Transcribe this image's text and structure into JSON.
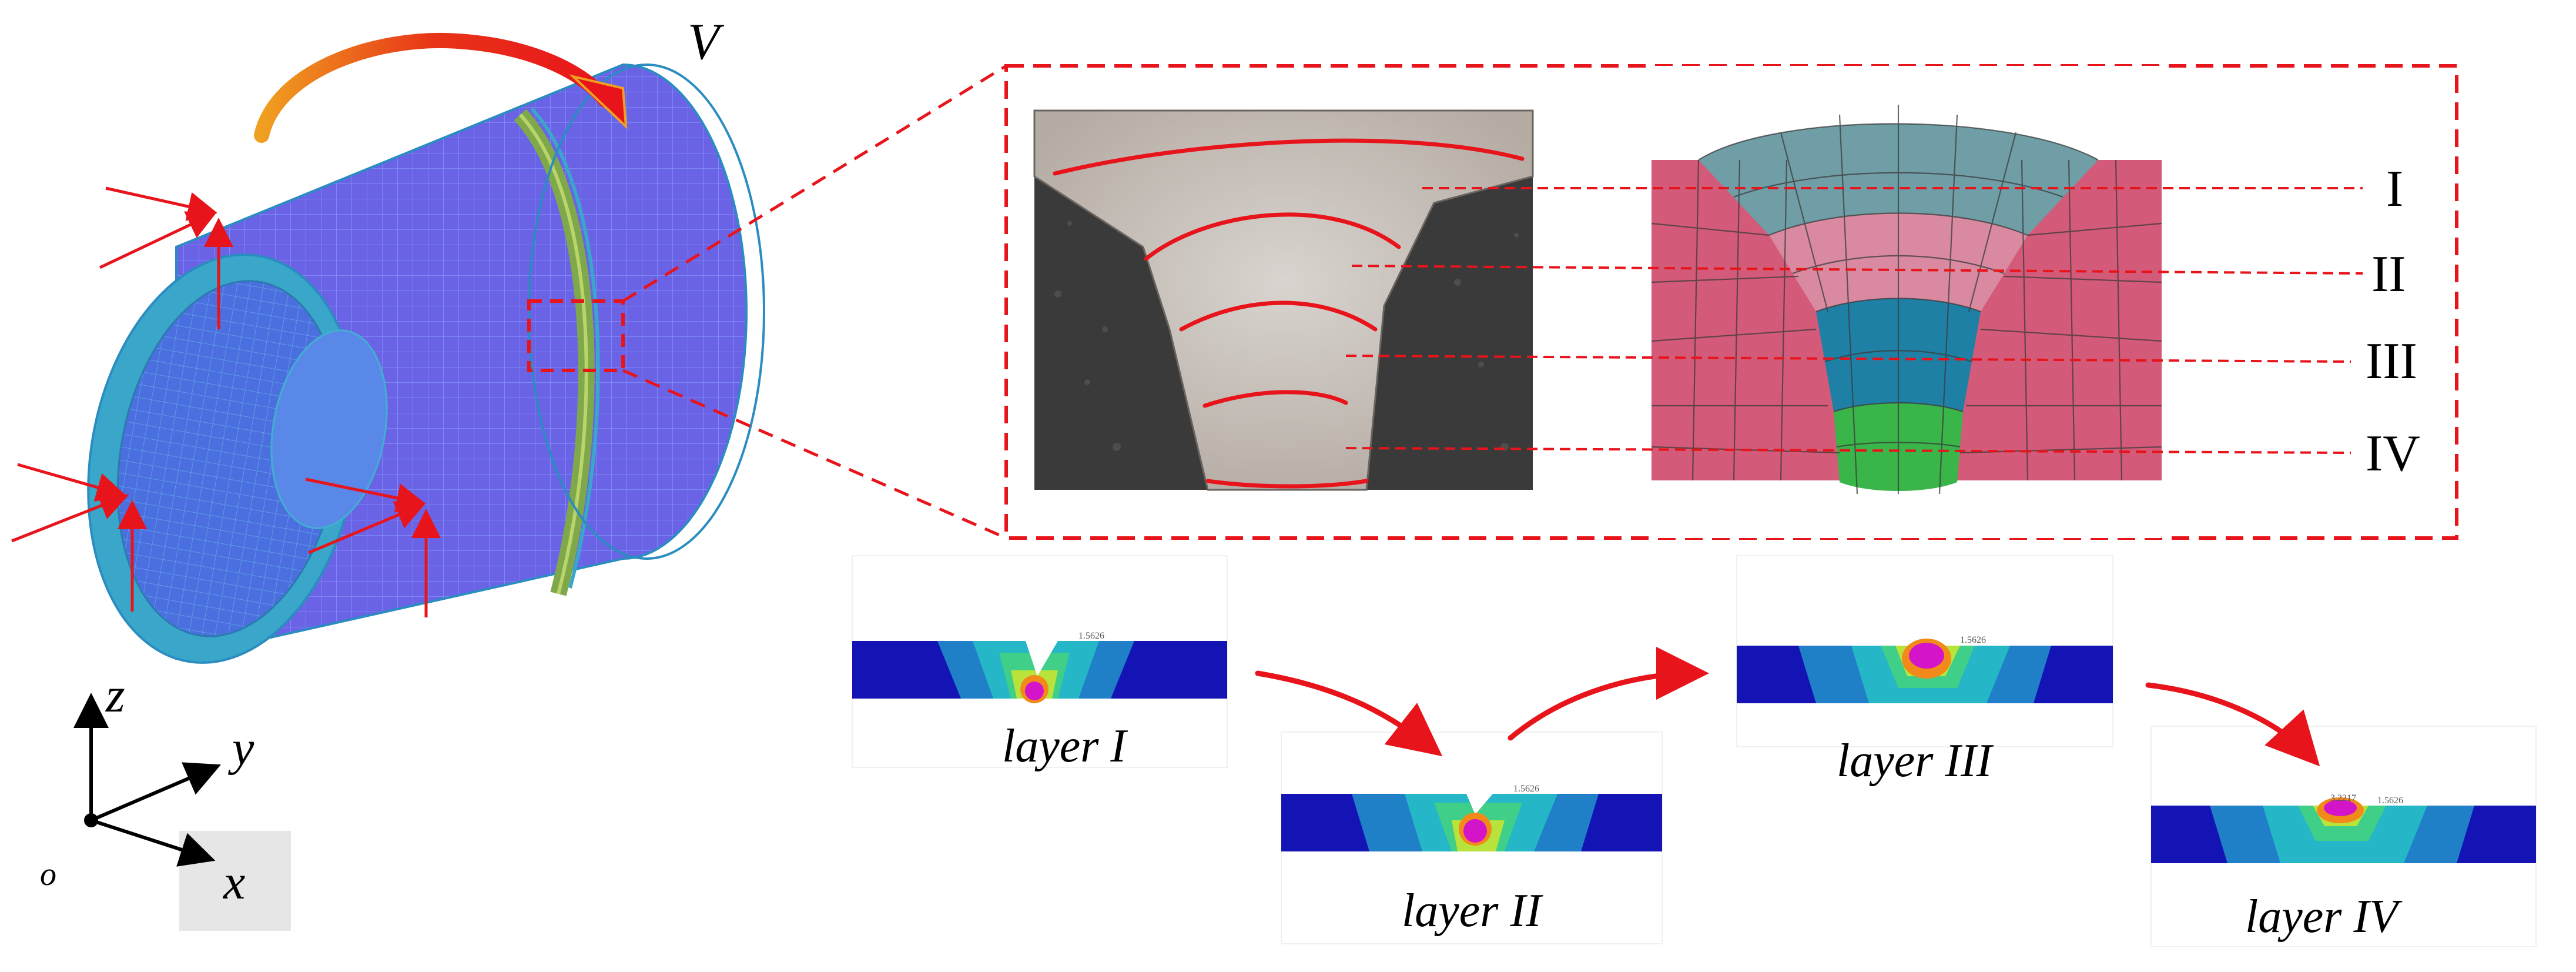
{
  "labels": {
    "velocity": "V",
    "layer_roman": [
      "I",
      "II",
      "III",
      "IV"
    ],
    "axes": {
      "z": "z",
      "y": "y",
      "x": "x",
      "origin": "o"
    },
    "stages": [
      "layer I",
      "layer II",
      "layer III",
      "layer IV"
    ],
    "probe_values": [
      "1.5626",
      "1.5626",
      "1.5626",
      "1.5626",
      "3.2217"
    ]
  },
  "colors": {
    "accent_red": "#e8141b",
    "pipe_blue": "#6a63e6",
    "mesh_rim": "#3aa6c9",
    "weld_green": "#7fa84a",
    "macro_bg": "#3a3a3a",
    "fem_base": "#d35a78",
    "fem_layer_I": "#6f9ea6",
    "fem_layer_II": "#d98aa0",
    "fem_layer_III": "#1f80a6",
    "fem_layer_IV": "#39b54a",
    "contour_base": "#1414b4"
  }
}
